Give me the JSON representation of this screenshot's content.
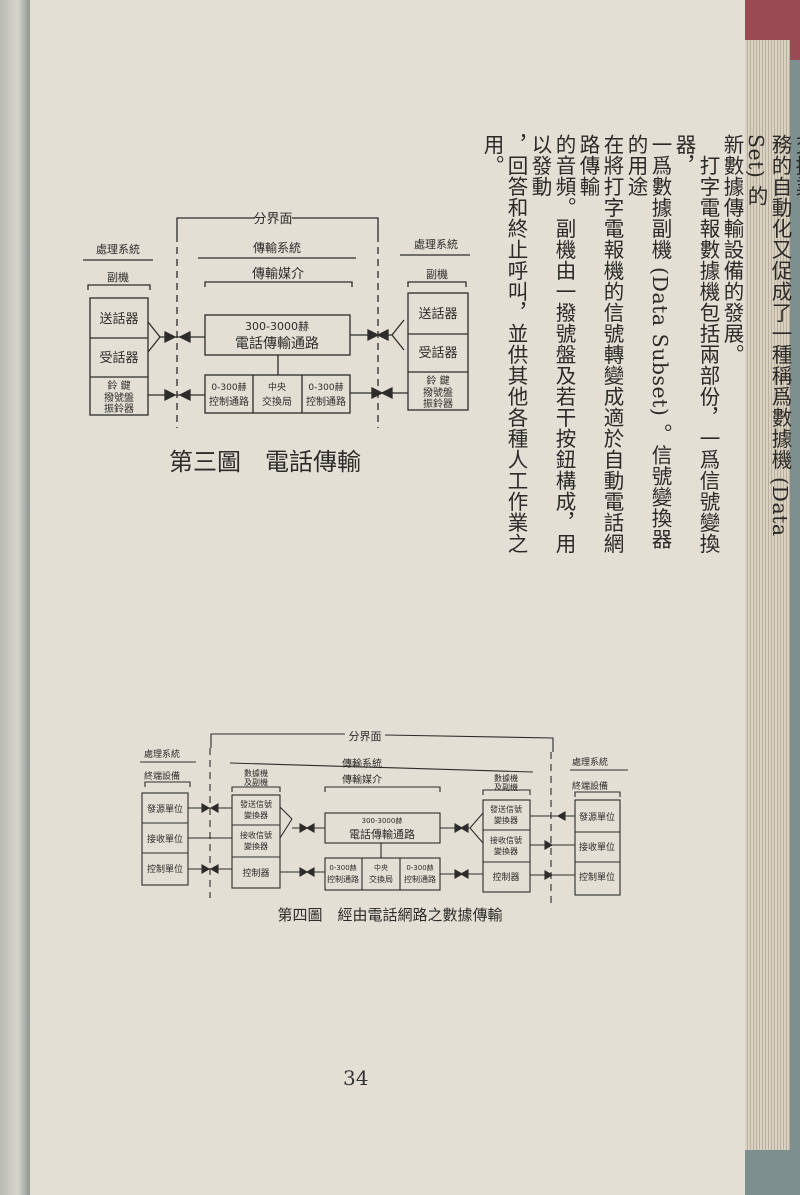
{
  "page_number": "34",
  "body_text": [
    "及控制和監視電話交換設備的方法，因此電報交換業",
    "務的自動化又促成了一種稱爲數據機 (Data Set) 的",
    "新數據傳輸設備的發展。",
    "　打字電報數據機包括兩部份，一爲信號變換器，",
    "一爲數據副機 (Data Subset) 。信號變換器的用途",
    "在將打字電報機的信號轉變成適於自動電話網路傳輸",
    "的音頻。副機由一撥號盤及若干按鈕構成，用以發動",
    "，回答和終止呼叫，並供其他各種人工作業之用。"
  ],
  "figure3": {
    "caption": "第三圖　電話傳輸",
    "interface": "分界面",
    "processing_left": "處理系統",
    "processing_right": "處理系統",
    "transmission_system": "傳輸系統",
    "transmission_medium": "傳輸媒介",
    "subset_left": "副機",
    "subset_right": "副機",
    "transmitter": "送話器",
    "receiver": "受話器",
    "bell_l1": "鈴 鍵",
    "bell_l2": "撥號盤",
    "bell_l3": "振鈴器",
    "voice_band": "300-3000赫",
    "voice_path": "電話傳輸通路",
    "ctrl_band": "0-300赫",
    "ctrl_path": "控制通路",
    "central_1": "中央",
    "central_2": "交換局"
  },
  "figure4": {
    "caption": "第四圖　經由電話網路之數據傳輸",
    "interface": "分界面",
    "processing": "處理系統",
    "terminal": "終端設備",
    "modem_1": "數據機",
    "modem_2": "及副機",
    "transmission_system": "傳輸系統",
    "transmission_medium": "傳輸媒介",
    "source_unit": "發源單位",
    "receive_unit": "接收單位",
    "control_unit": "控制單位",
    "tx_conv_1": "發送信號",
    "tx_conv_2": "變換器",
    "rx_conv_1": "接收信號",
    "rx_conv_2": "變換器",
    "controller": "控制器",
    "voice_band": "300-3000赫",
    "voice_path": "電話傳輸通路",
    "ctrl_band": "0-300赫",
    "ctrl_path": "控制通路",
    "central_1": "中央",
    "central_2": "交換局"
  }
}
